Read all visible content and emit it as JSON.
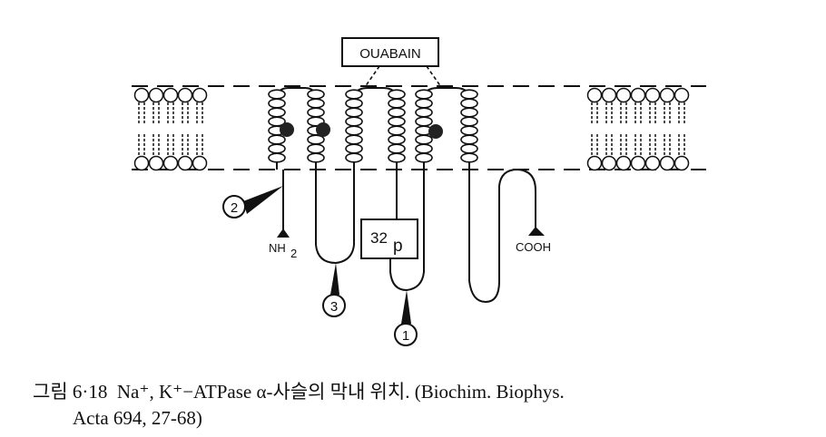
{
  "diagram": {
    "ouabain_label": "OUABAIN",
    "phosphorylation_label": "32",
    "phosphorylation_sub": "p",
    "n_terminus": "NH",
    "n_terminus_sub": "2",
    "c_terminus": "COOH",
    "sites": [
      "1",
      "2",
      "3"
    ]
  },
  "caption": {
    "figure_number": "그림 6·18",
    "text": "Na⁺, K⁺−ATPase α-사슬의 막내 위치. (Biochim. Biophys.",
    "text_line2": "Acta 694, 27-68)"
  }
}
